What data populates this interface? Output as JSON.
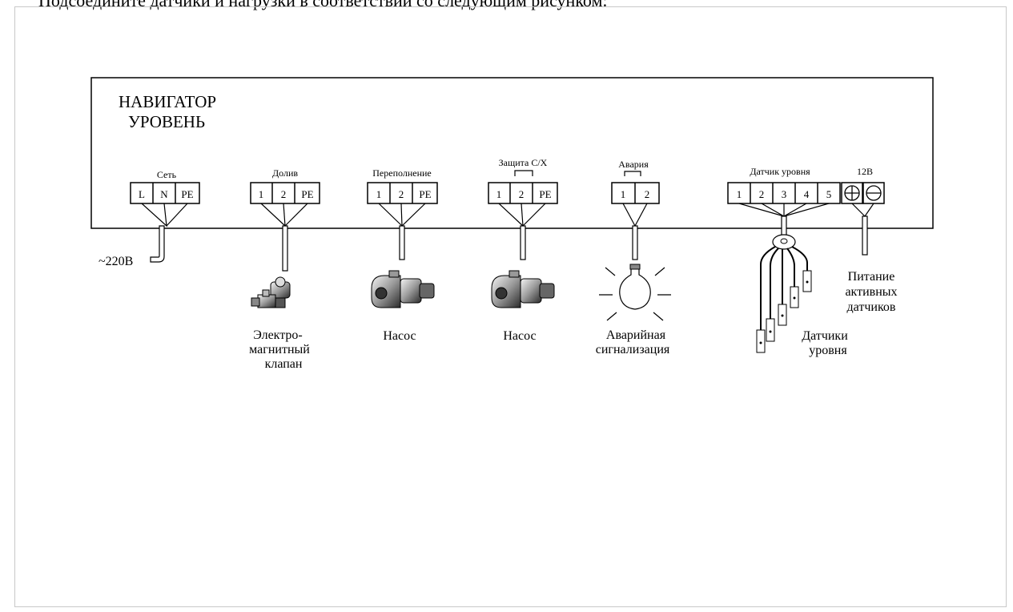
{
  "page": {
    "intro_text": "Подсоедините датчики и нагрузки в соответствии со следующим рисунком:"
  },
  "device": {
    "title_line1": "НАВИГАТОР",
    "title_line2": "УРОВЕНЬ"
  },
  "terminals": {
    "power": {
      "label": "Сеть",
      "pins": [
        "L",
        "N",
        "PE"
      ]
    },
    "refill": {
      "label": "Долив",
      "pins": [
        "1",
        "2",
        "PE"
      ]
    },
    "overflow": {
      "label": "Переполнение",
      "pins": [
        "1",
        "2",
        "PE"
      ]
    },
    "dryrun": {
      "label": "Защита С/Х",
      "pins": [
        "1",
        "2",
        "PE"
      ]
    },
    "alarm": {
      "label": "Авария",
      "pins": [
        "1",
        "2"
      ]
    },
    "level_sensor": {
      "label": "Датчик уровня",
      "pins": [
        "1",
        "2",
        "3",
        "4",
        "5"
      ]
    },
    "supply12": {
      "label": "12В",
      "pins": [
        "+",
        "−"
      ]
    }
  },
  "loads": {
    "mains": "~220В",
    "valve": [
      "Электро-",
      "магнитный",
      "клапан"
    ],
    "pump1": "Насос",
    "pump2": "Насос",
    "alarm_signal": [
      "Аварийная",
      "сигнализация"
    ],
    "sensors": [
      "Датчики",
      "уровня"
    ],
    "active_power": [
      "Питание",
      "активных",
      "датчиков"
    ]
  },
  "icons": [
    "valve-icon",
    "pump-icon",
    "lamp-icon",
    "sensor-probes-icon",
    "plus-terminal-icon",
    "minus-terminal-icon"
  ]
}
